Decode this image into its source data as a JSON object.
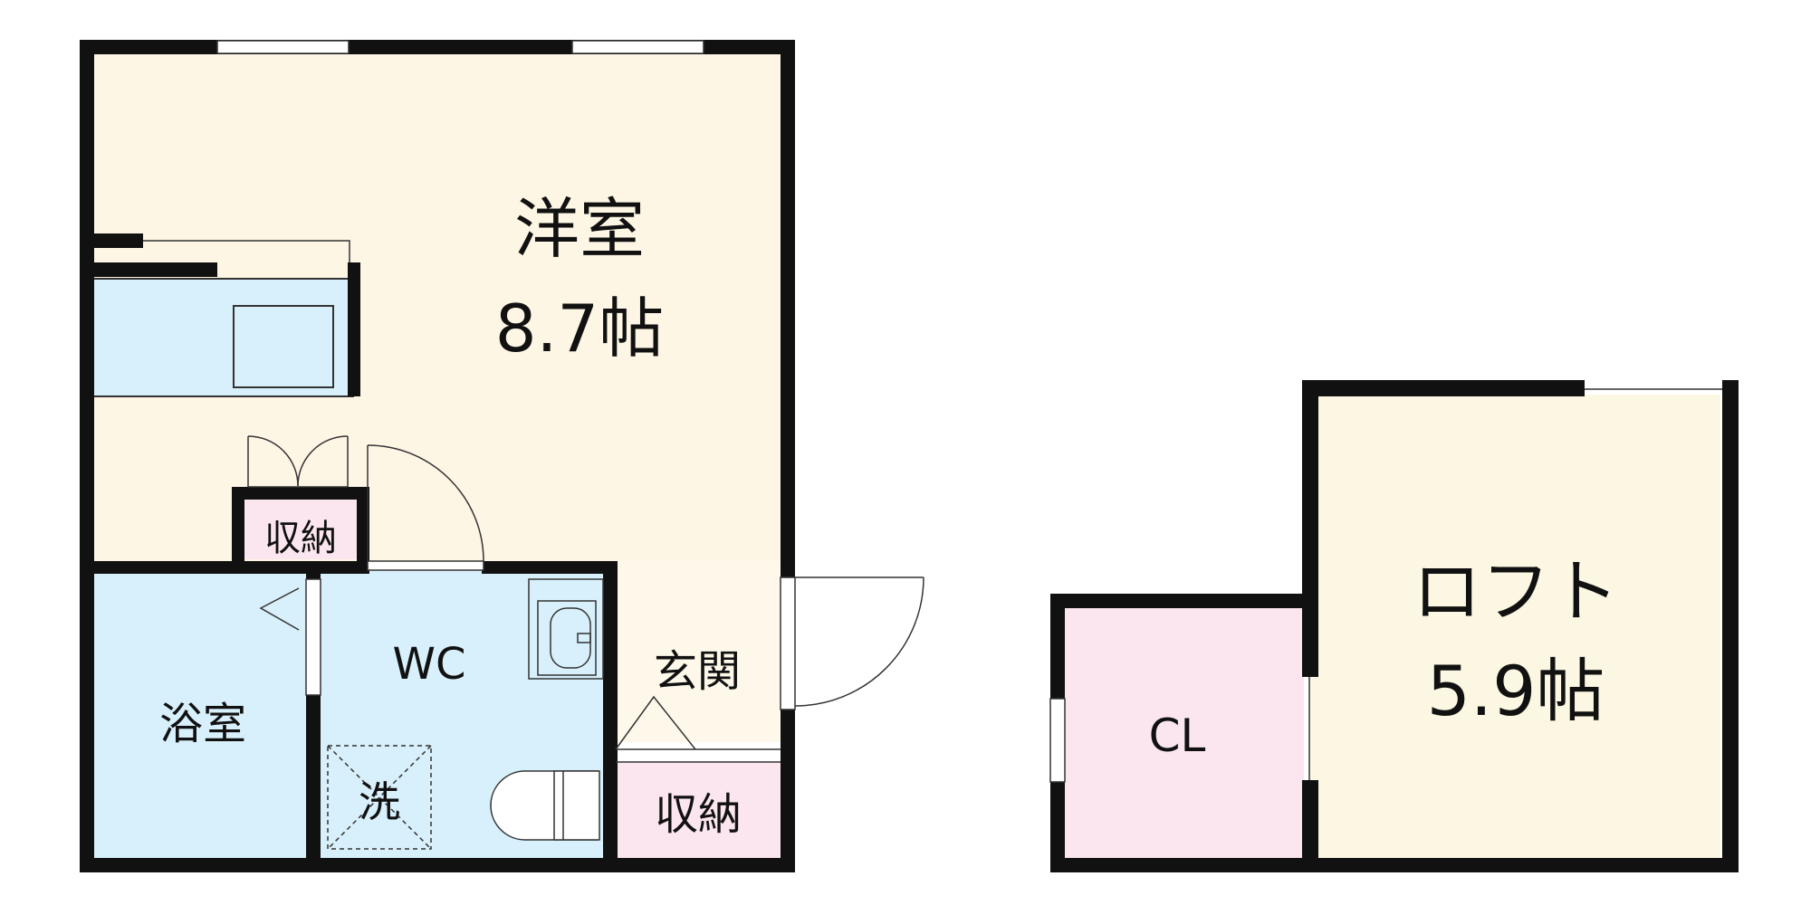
{
  "rooms": {
    "western_room": {
      "name": "洋室",
      "size": "8.7帖"
    },
    "storage_upper": {
      "name": "収納"
    },
    "bathroom": {
      "name": "浴室"
    },
    "toilet": {
      "name": "WC"
    },
    "laundry": {
      "name": "洗"
    },
    "entrance": {
      "name": "玄関"
    },
    "storage_lower": {
      "name": "収納"
    },
    "closet": {
      "name": "CL"
    },
    "loft": {
      "name": "ロフト",
      "size": "5.9帖"
    }
  },
  "colors": {
    "wall": "#111111",
    "western_floor": "#fef6e4",
    "wet_area": "#d8f0fb",
    "storage": "#fbe6ef",
    "loft_floor": "#fcf7e2",
    "entrance_floor": "#fdf8ea",
    "line": "#333333"
  }
}
